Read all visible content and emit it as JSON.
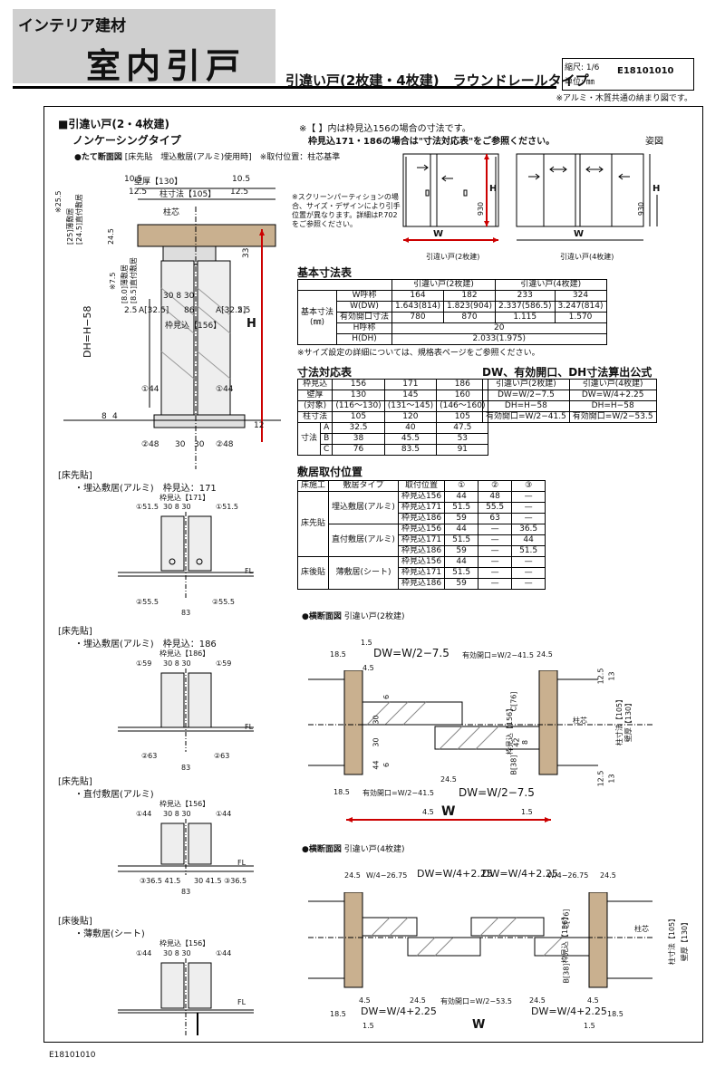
{
  "header": {
    "category": "インテリア建材",
    "title": "室内引戸",
    "subtitle": "引違い戸(2枚建・4枚建)　ラウンドレールタイプ",
    "scale_label": "縮尺: 1/6",
    "unit_label": "単位: ㎜",
    "doc_code": "E18101010",
    "common_note": "※アルミ・木質共通の納まり図です。"
  },
  "section": {
    "title": "■引違い戸(2・4枚建)",
    "subtitle": "ノンケーシングタイプ",
    "vertical_heading": "●たて断面図",
    "vertical_note": "[床先貼　埋込敷居(アルミ)使用時]　※取付位置：柱芯基準",
    "bracket_note_1": "※【 】内は枠見込156の場合の寸法です。",
    "bracket_note_2": "枠見込171・186の場合は\"寸法対応表\"をご参照ください。",
    "elevation_label": "姿図",
    "screen_note": "※スクリーンパーティションの場合、サイズ・デザインにより引手位置が異なります。詳細はP.702をご参照ください。",
    "elev_2_caption": "引違い戸(2枚建)",
    "elev_4_caption": "引違い戸(4枚建)",
    "dim_W": "W",
    "dim_H": "H",
    "dim_930": "930"
  },
  "vsection": {
    "top_dims": [
      "10.5",
      "10.5",
      "12.5",
      "12.5"
    ],
    "wall_label": "壁厚【130】",
    "post_label": "柱寸法【105】",
    "post_center": "柱芯",
    "left_dims": [
      "※25.5",
      "[25]薄敷居",
      "[24.5]直付敷居",
      "24.5",
      "※7.5",
      "[8.0]薄敷居",
      "[8.5]直付敷居"
    ],
    "a_label_l": "A[32.5]",
    "a_label_r": "A[32.5]",
    "dim_30_8_30": "30 8 30",
    "dim_86": "86",
    "frame_depth": "枠見込【156】",
    "dh_label": "DH=H−58",
    "h_label": "H",
    "dim_33": "33",
    "dim_2_5": "2.5",
    "circ1": "①44",
    "circ1r": "①44",
    "circ2": "②48",
    "circ2r": "②48",
    "bottom_30": "30",
    "bottom_30b": "30",
    "dim_8": "8",
    "dim_4": "4",
    "dim_12": "12"
  },
  "basic_table": {
    "title": "基本寸法表",
    "head": [
      "",
      "",
      "引違い戸(2枚建)",
      "",
      "引違い戸(4枚建)",
      ""
    ],
    "row_label": "基本寸法",
    "row_unit": "(㎜)",
    "rows": [
      [
        "W呼称",
        "164",
        "182",
        "233",
        "324"
      ],
      [
        "W(DW)",
        "1.643(814)",
        "1.823(904)",
        "2.337(586.5)",
        "3.247(814)"
      ],
      [
        "有効開口寸法",
        "780",
        "870",
        "1.115",
        "1.570"
      ],
      [
        "H呼称",
        "20"
      ],
      [
        "H(DH)",
        "2.033(1.975)"
      ]
    ],
    "note": "※サイズ設定の詳細については、規格表ページをご参照ください。"
  },
  "corr_table": {
    "title": "寸法対応表",
    "rows": [
      [
        "枠見込",
        "156",
        "171",
        "186"
      ],
      [
        "壁厚",
        "130",
        "145",
        "160"
      ],
      [
        "(対象)",
        "(116〜130)",
        "(131〜145)",
        "(146〜160)"
      ],
      [
        "柱寸法",
        "105",
        "120",
        "105"
      ]
    ],
    "side": "寸法",
    "abc": [
      [
        "A",
        "32.5",
        "40",
        "47.5"
      ],
      [
        "B",
        "38",
        "45.5",
        "53"
      ],
      [
        "C",
        "76",
        "83.5",
        "91"
      ]
    ]
  },
  "formula_table": {
    "title": "DW、有効開口、DH寸法算出公式",
    "head": [
      "引違い戸(2枚建)",
      "引違い戸(4枚建)"
    ],
    "rows": [
      [
        "DW=W/2−7.5",
        "DW=W/4+2.25"
      ],
      [
        "DH=H−58",
        "DH=H−58"
      ],
      [
        "有効開口=W/2−41.5",
        "有効開口=W/2−53.5"
      ]
    ]
  },
  "sill_table": {
    "title": "敷居取付位置",
    "head": [
      "床施工",
      "敷居タイプ",
      "取付位置",
      "①",
      "②",
      "③"
    ],
    "groups": [
      {
        "floor": "床先貼",
        "type": "埋込敷居(アルミ)",
        "rows": [
          [
            "枠見込156",
            "44",
            "48",
            "—"
          ],
          [
            "枠見込171",
            "51.5",
            "55.5",
            "—"
          ],
          [
            "枠見込186",
            "59",
            "63",
            "—"
          ]
        ]
      },
      {
        "floor": "",
        "type": "直付敷居(アルミ)",
        "rows": [
          [
            "枠見込156",
            "44",
            "—",
            "36.5"
          ],
          [
            "枠見込171",
            "51.5",
            "—",
            "44"
          ],
          [
            "枠見込186",
            "59",
            "—",
            "51.5"
          ]
        ]
      },
      {
        "floor": "床後貼",
        "type": "薄敷居(シート)",
        "rows": [
          [
            "枠見込156",
            "44",
            "—",
            "—"
          ],
          [
            "枠見込171",
            "51.5",
            "—",
            "—"
          ],
          [
            "枠見込186",
            "59",
            "—",
            "—"
          ]
        ]
      }
    ]
  },
  "small_details": [
    {
      "floor": "[床先貼]",
      "desc": "・埋込敷居(アルミ)　枠見込：171",
      "frame": "枠見込【171】",
      "top": "30 8 30",
      "c1": "①51.5",
      "c1r": "①51.5",
      "c2": "②55.5",
      "c2r": "②55.5",
      "w": "83",
      "fl": "FL"
    },
    {
      "floor": "[床先貼]",
      "desc": "・埋込敷居(アルミ)　枠見込：186",
      "frame": "枠見込【186】",
      "top": "30 8 30",
      "c1": "①59",
      "c1r": "①59",
      "c2": "②63",
      "c2r": "②63",
      "w": "83",
      "fl": "FL"
    },
    {
      "floor": "[床先貼]",
      "desc": "・直付敷居(アルミ)",
      "frame": "枠見込【156】",
      "top": "30 8 30",
      "c1": "①44",
      "c1r": "①44",
      "c2": "③36.5  41.5",
      "c2r": "30  41.5 ③36.5",
      "w": "83",
      "fl": "FL"
    },
    {
      "floor": "[床後貼]",
      "desc": "・薄敷居(シート)",
      "frame": "枠見込【156】",
      "top": "30 8 30",
      "c1": "①44",
      "c1r": "①44",
      "c2": "",
      "c2r": "",
      "w": "",
      "fl": "FL"
    }
  ],
  "hsection2": {
    "heading": "●横断面図",
    "heading_sub": "引違い戸(2枚建)",
    "dw": "DW=W/2−7.5",
    "eff": "有効開口=W/2−41.5",
    "dims": [
      "18.5",
      "1.5",
      "4.5",
      "24.5",
      "18.5",
      "4.5",
      "1.5",
      "24.5",
      "44",
      "30",
      "30",
      "6",
      "6",
      "42",
      "8"
    ],
    "w": "W",
    "post": "柱芯",
    "post_dim": "柱寸法【105】",
    "wall": "壁厚【130】",
    "frame": "枠見込【156】",
    "c": "C[76]",
    "b": "B[38]",
    "side_dims": [
      "12.5",
      "13",
      "12.5",
      "13"
    ]
  },
  "hsection4": {
    "heading": "●横断面図",
    "heading_sub": "引違い戸(4枚建)",
    "top": [
      "24.5",
      "W/4−26.75",
      "DW=W/4+2.25",
      "DW=W/4+2.25",
      "W/4−26.75",
      "24.5"
    ],
    "bottom": [
      "18.5",
      "4.5",
      "24.5",
      "有効開口=W/2−53.5",
      "24.5",
      "4.5",
      "18.5"
    ],
    "bottom2": [
      "DW=W/4+2.25",
      "DW=W/4+2.25"
    ],
    "w": "W",
    "dims_15": [
      "1.5",
      "1.5"
    ],
    "post": "柱芯",
    "post_dim": "柱寸法【105】",
    "wall": "壁厚【130】",
    "frame": "枠見込【156】",
    "c": "C[76]",
    "b": "B[38]"
  },
  "footer": {
    "code": "E18101010"
  }
}
